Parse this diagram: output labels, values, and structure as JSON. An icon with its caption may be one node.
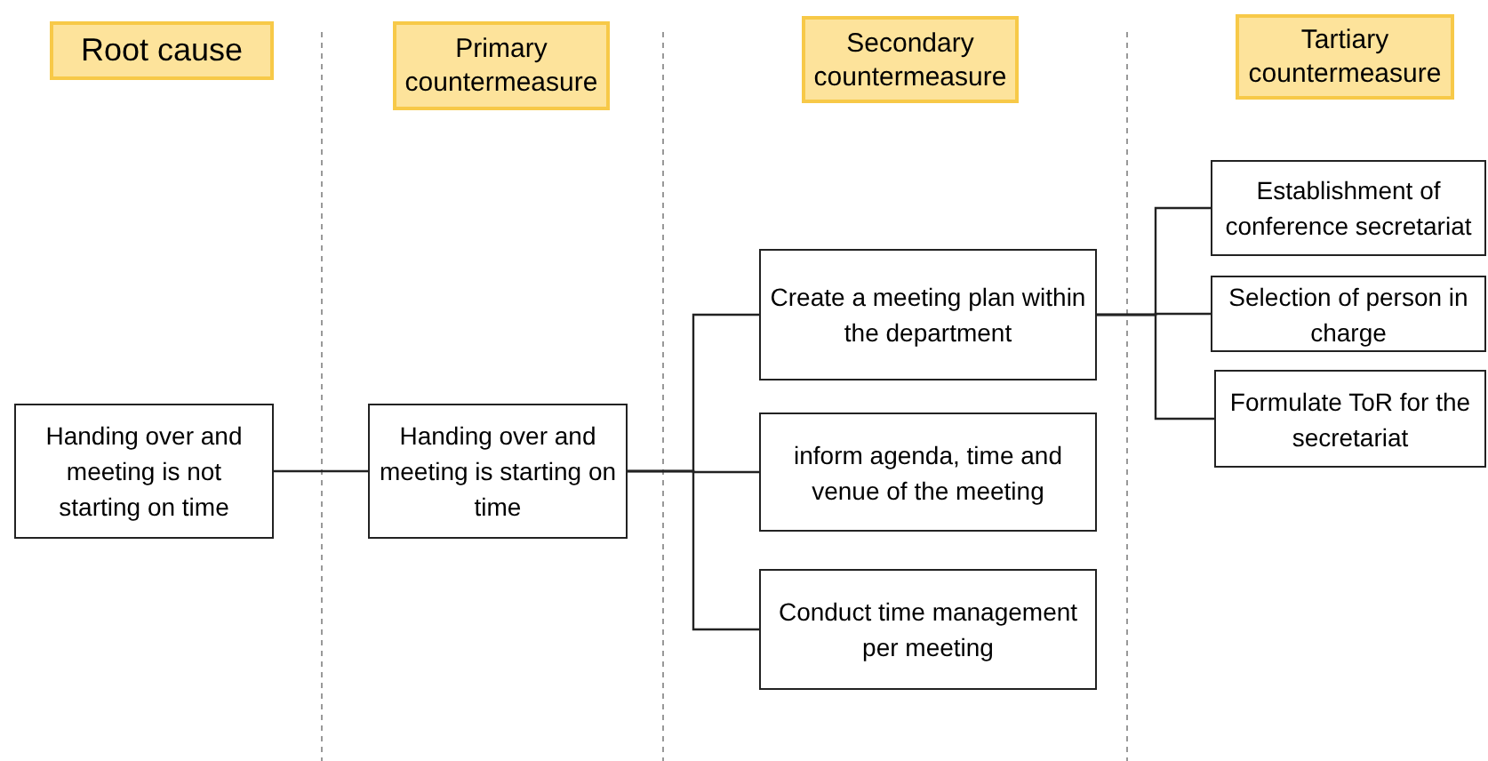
{
  "diagram": {
    "nodes": [
      {
        "text": [
          "Root cause"
        ]
      },
      {
        "text": [
          "Primary countermeasure"
        ]
      },
      {
        "text": [
          "Secondary countermeasure"
        ]
      },
      {
        "text": [
          "Tartiary countermeasure"
        ]
      },
      {
        "text": [
          "Handing over and meeting is not starting on time"
        ]
      },
      {
        "text": [
          "Handing over and meeting is starting on time"
        ]
      },
      {
        "text": [
          "Create a meeting plan within the department"
        ]
      },
      {
        "text": [
          "inform agenda, time and venue of the meeting"
        ]
      },
      {
        "text": [
          "Conduct time management per meeting"
        ]
      },
      {
        "text": [
          "Establishment of conference secretariat"
        ]
      },
      {
        "text": [
          "Selection of person in charge"
        ]
      },
      {
        "text": [
          "Formulate ToR for the secretariat"
        ]
      }
    ],
    "edges": [
      {
        "from": 4,
        "to": 5,
        "arrow": "none"
      },
      {
        "from": 5,
        "to": 6,
        "arrow": "none"
      },
      {
        "from": 5,
        "to": 7,
        "arrow": "none"
      },
      {
        "from": 5,
        "to": 8,
        "arrow": "none"
      },
      {
        "from": 6,
        "to": 9,
        "arrow": "none"
      },
      {
        "from": 6,
        "to": 10,
        "arrow": "none"
      },
      {
        "from": 6,
        "to": 11,
        "arrow": "none"
      }
    ]
  }
}
